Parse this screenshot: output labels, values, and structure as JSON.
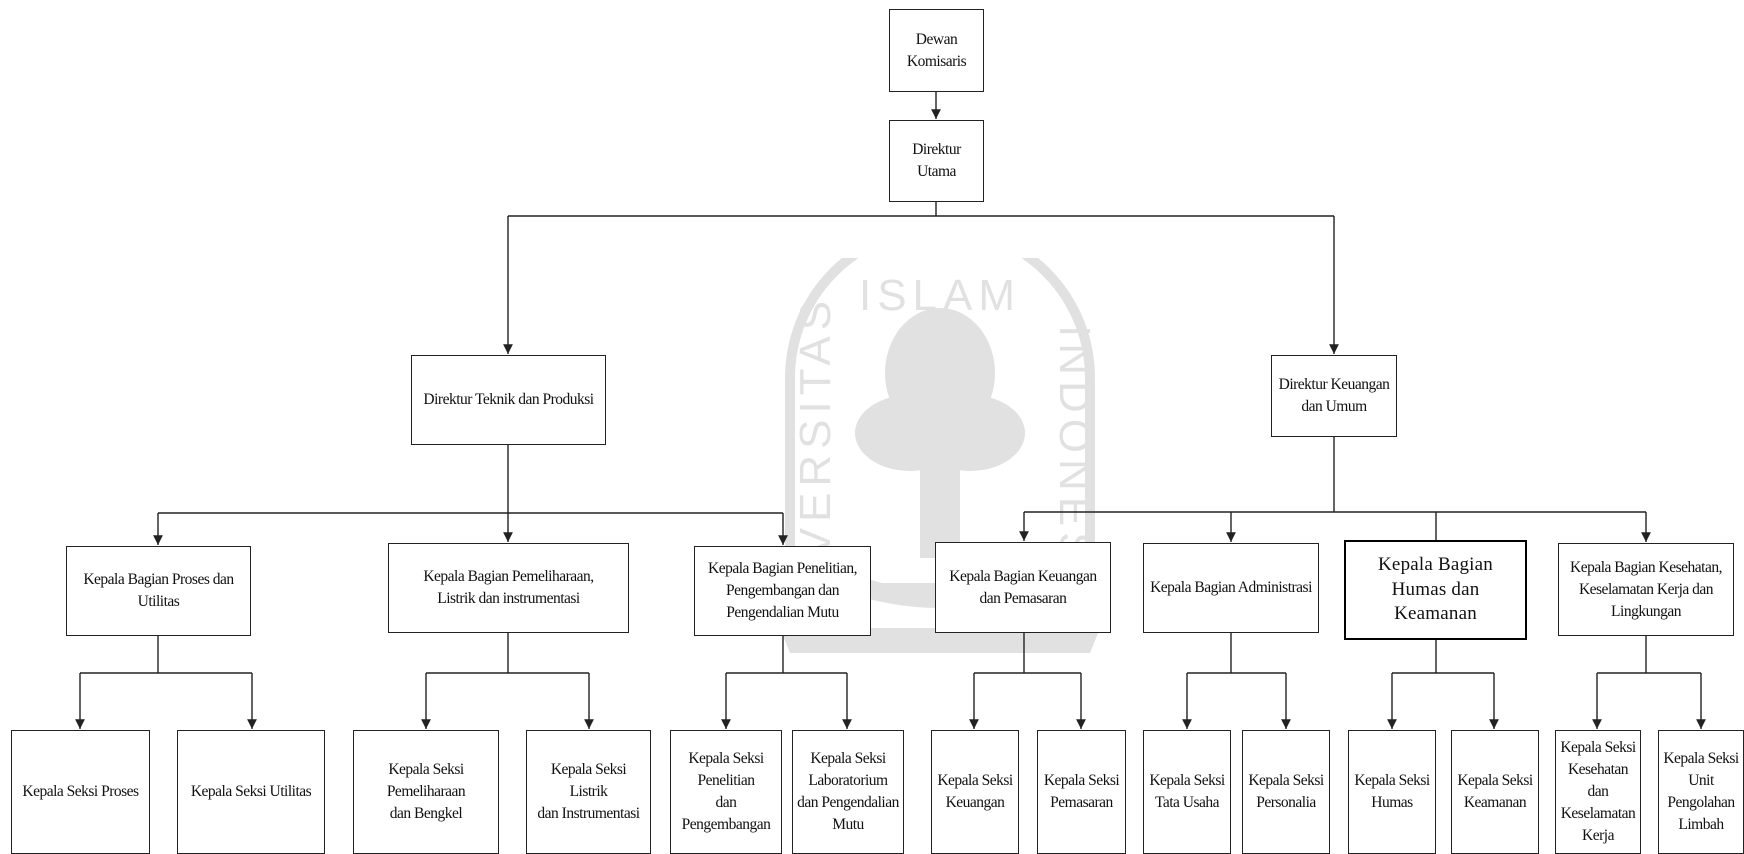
{
  "org_chart": {
    "dewan_komisaris": "Dewan\nKomisaris",
    "direktur_utama": "Direktur\nUtama",
    "direktur_teknik": "Direktur Teknik dan Produksi",
    "direktur_keuangan": "Direktur Keuangan\ndan Umum",
    "kabag_proses": "Kepala Bagian Proses dan\nUtilitas",
    "kabag_pemeliharaan": "Kepala Bagian Pemeliharaan,\nListrik dan instrumentasi",
    "kabag_penelitian": "Kepala Bagian Penelitian,\nPengembangan dan\nPengendalian Mutu",
    "kabag_keuangan": "Kepala Bagian Keuangan\ndan Pemasaran",
    "kabag_administrasi": "Kepala Bagian Administrasi",
    "kabag_humas": "Kepala Bagian\nHumas dan\nKeamanan",
    "kabag_k3": "Kepala Bagian Kesehatan,\nKeselamatan Kerja dan\nLingkungan",
    "kasi_proses": "Kepala Seksi Proses",
    "kasi_utilitas": "Kepala Seksi Utilitas",
    "kasi_pemeliharaan": "Kepala Seksi\nPemeliharaan\ndan Bengkel",
    "kasi_listrik": "Kepala Seksi\nListrik\ndan Instrumentasi",
    "kasi_penelitian": "Kepala Seksi\nPenelitian\ndan\nPengembangan",
    "kasi_laboratorium": "Kepala Seksi\nLaboratorium\ndan Pengendalian\nMutu",
    "kasi_keuangan": "Kepala Seksi\nKeuangan",
    "kasi_pemasaran": "Kepala Seksi\nPemasaran",
    "kasi_tata_usaha": "Kepala Seksi\nTata Usaha",
    "kasi_personalia": "Kepala Seksi\nPersonalia",
    "kasi_humas": "Kepala Seksi\nHumas",
    "kasi_keamanan": "Kepala Seksi\nKeamanan",
    "kasi_kesehatan": "Kepala Seksi\nKesehatan\ndan\nKeselamatan\nKerja",
    "kasi_limbah": "Kepala Seksi\nUnit\nPengolahan\nLimbah"
  },
  "watermark": {
    "top_text": "ISLAM",
    "left_text": "UNIVERSITAS",
    "right_text": "INDONESIA",
    "icon": "university-seal-icon"
  },
  "colors": {
    "line": "#222222",
    "box_border": "#222222",
    "watermark": "#555555"
  }
}
